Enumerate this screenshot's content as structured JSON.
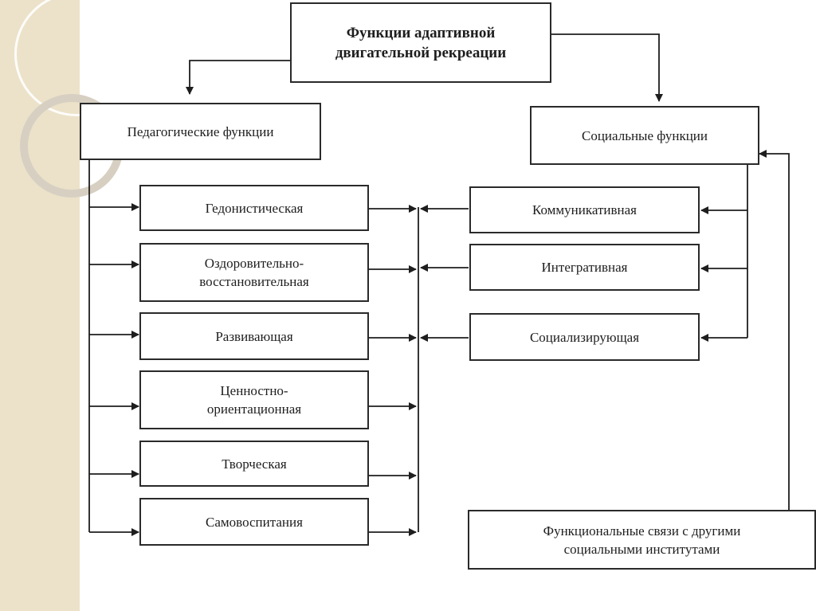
{
  "root": {
    "label": "Функции адаптивной\nдвигательной рекреации"
  },
  "pedagogical": {
    "label": "Педагогические функции",
    "items": [
      {
        "label": "Гедонистическая"
      },
      {
        "label": "Оздоровительно-\nвосстановительная"
      },
      {
        "label": "Развивающая"
      },
      {
        "label": "Ценностно-\nориентационная"
      },
      {
        "label": "Творческая"
      },
      {
        "label": "Самовоспитания"
      }
    ]
  },
  "social": {
    "label": "Социальные функции",
    "items": [
      {
        "label": "Коммуникативная"
      },
      {
        "label": "Интегративная"
      },
      {
        "label": "Социализирующая"
      }
    ]
  },
  "links": {
    "label": "Функциональные связи с другими\nсоциальными институтами"
  }
}
